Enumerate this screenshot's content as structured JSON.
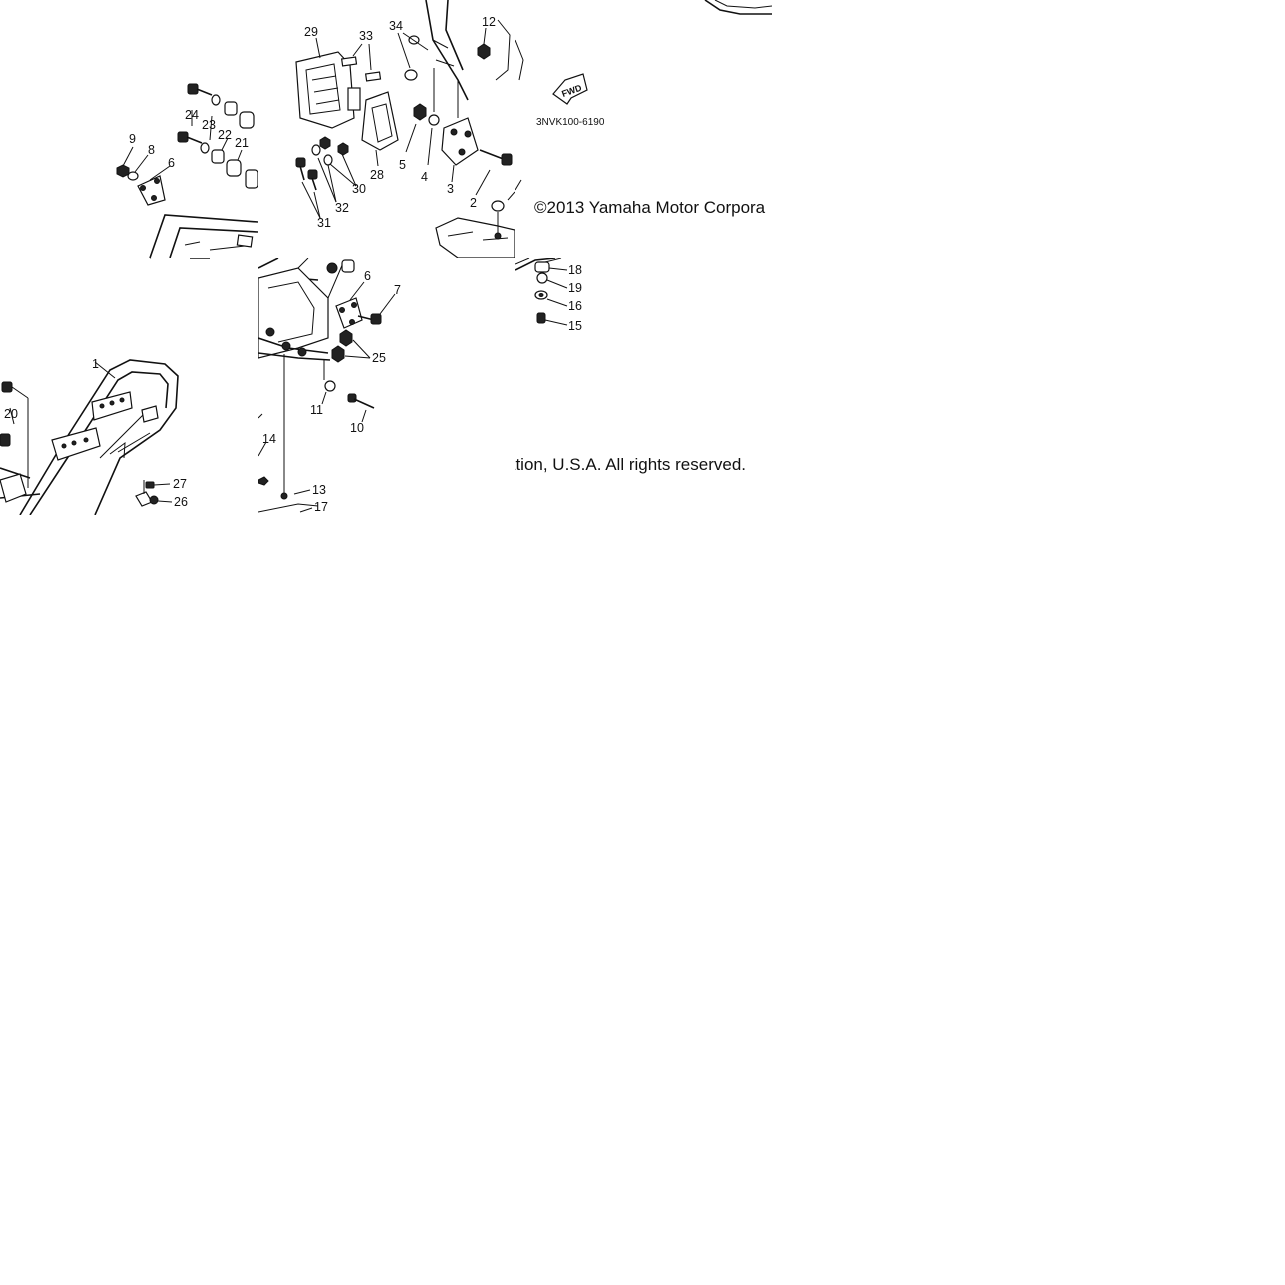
{
  "diagram": {
    "drawing_code": "3NVK100-6190",
    "fwd_label": "FWD",
    "copyright_part1": "©2013 Yamaha Motor Corpora",
    "copyright_part2": "ation, U.S.A. All rights reserved.",
    "callouts": {
      "n1": "1",
      "n2": "2",
      "n3": "3",
      "n4": "4",
      "n5": "5",
      "n6": "6",
      "n7": "7",
      "n8": "8",
      "n9": "9",
      "n10": "10",
      "n11": "11",
      "n12": "12",
      "n13": "13",
      "n14": "14",
      "n15": "15",
      "n16": "16",
      "n17": "17",
      "n18": "18",
      "n19": "19",
      "n20": "20",
      "n21": "21",
      "n22": "22",
      "n23": "23",
      "n24": "24",
      "n25": "25",
      "n26": "26",
      "n27": "27",
      "n28": "28",
      "n29": "29",
      "n30": "30",
      "n31": "31",
      "n32": "32",
      "n33": "33",
      "n34": "34"
    }
  }
}
